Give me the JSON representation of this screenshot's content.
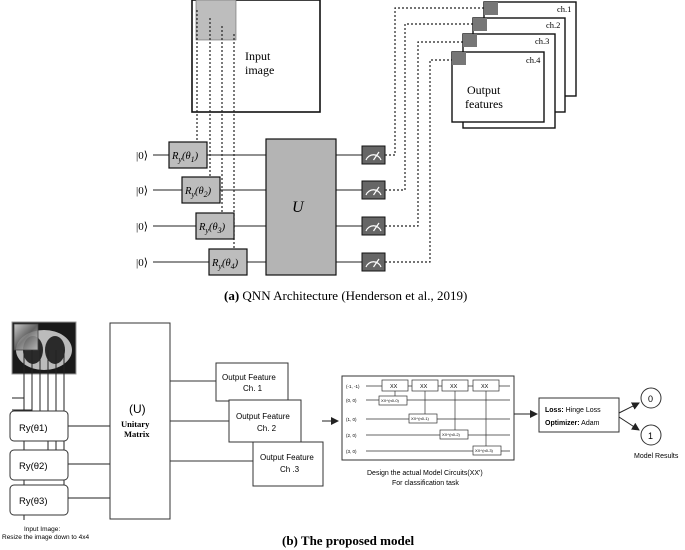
{
  "part_a": {
    "input_image_label_1": "Input",
    "input_image_label_2": "image",
    "output_label_1": "Output",
    "output_label_2": "features",
    "channels": [
      "ch.1",
      "ch.2",
      "ch.3",
      "ch.4"
    ],
    "qubit_inputs": [
      "|0⟩",
      "|0⟩",
      "|0⟩",
      "|0⟩"
    ],
    "rotation_gates": [
      {
        "base": "R",
        "sub": "y",
        "arg": "(θ",
        "idx": "1",
        "close": ")"
      },
      {
        "base": "R",
        "sub": "y",
        "arg": "(θ",
        "idx": "2",
        "close": ")"
      },
      {
        "base": "R",
        "sub": "y",
        "arg": "(θ",
        "idx": "3",
        "close": ")"
      },
      {
        "base": "R",
        "sub": "y",
        "arg": "(θ",
        "idx": "4",
        "close": ")"
      }
    ],
    "unitary_label": "U",
    "caption_prefix": "(a)",
    "caption_text": " QNN Architecture (Henderson et al., 2019)"
  },
  "part_b": {
    "ry_gates": [
      "Ry(θ1)",
      "Ry(θ2)",
      "Ry(θ3)"
    ],
    "unitary_title": "(U)",
    "unitary_sub_1": "Unitary",
    "unitary_sub_2": "Matrix",
    "output_features": [
      {
        "line1": "Output Feature",
        "line2": "Ch. 1"
      },
      {
        "line1": "Output Feature",
        "line2": "Ch. 2"
      },
      {
        "line1": "Output Feature",
        "line2": "Ch .3"
      }
    ],
    "circuit_states": [
      "(-1, -1)",
      "(0, 0)",
      "(1, 0)",
      "(2, 0)",
      "(3, 0)"
    ],
    "circuit_top_gates": [
      "XX",
      "XX",
      "XX",
      "XX"
    ],
    "circuit_sub_gates": [
      "XX^(n0-0)",
      "XX^(n0-1)",
      "XX^(n0-2)",
      "XX^(n0-3)"
    ],
    "circuit_caption_1": "Design the actual Model Circuits(XX')",
    "circuit_caption_2": "For classification task",
    "loss_label": "Loss:",
    "loss_value": " Hinge Loss",
    "optimizer_label": "Optimizer:",
    "optimizer_value": " Adam",
    "results": [
      "0",
      "1"
    ],
    "results_label": "Model Results",
    "input_caption_1": "Input Image:",
    "input_caption_2": "Resize the image down to 4x4",
    "caption": "(b) The proposed model"
  }
}
